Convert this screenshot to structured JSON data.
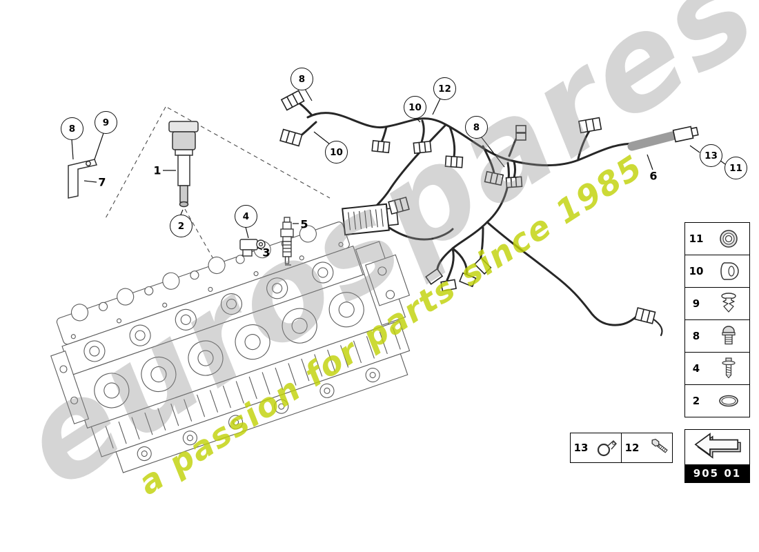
{
  "watermark": {
    "brand": "eurospares",
    "tagline": "a passion for parts since 1985"
  },
  "callouts": [
    {
      "label": "8"
    },
    {
      "label": "9"
    },
    {
      "label": "2"
    },
    {
      "label": "4"
    },
    {
      "label": "8"
    },
    {
      "label": "10"
    },
    {
      "label": "10"
    },
    {
      "label": "12"
    },
    {
      "label": "8"
    },
    {
      "label": "13"
    },
    {
      "label": "11"
    }
  ],
  "part_labels": [
    {
      "label": "7"
    },
    {
      "label": "1"
    },
    {
      "label": "3"
    },
    {
      "label": "5"
    },
    {
      "label": "6"
    }
  ],
  "legend": {
    "rows": [
      {
        "number": "11",
        "icon": "nut-icon"
      },
      {
        "number": "10",
        "icon": "grommet-icon"
      },
      {
        "number": "9",
        "icon": "expanding-clip-icon"
      },
      {
        "number": "8",
        "icon": "bolt-icon"
      },
      {
        "number": "4",
        "icon": "screw-icon"
      },
      {
        "number": "2",
        "icon": "o-ring-icon"
      }
    ]
  },
  "bottom_legend": {
    "items": [
      {
        "number": "13",
        "icon": "clamp-icon"
      },
      {
        "number": "12",
        "icon": "hex-bolt-icon"
      }
    ],
    "group_code": "905 01"
  }
}
